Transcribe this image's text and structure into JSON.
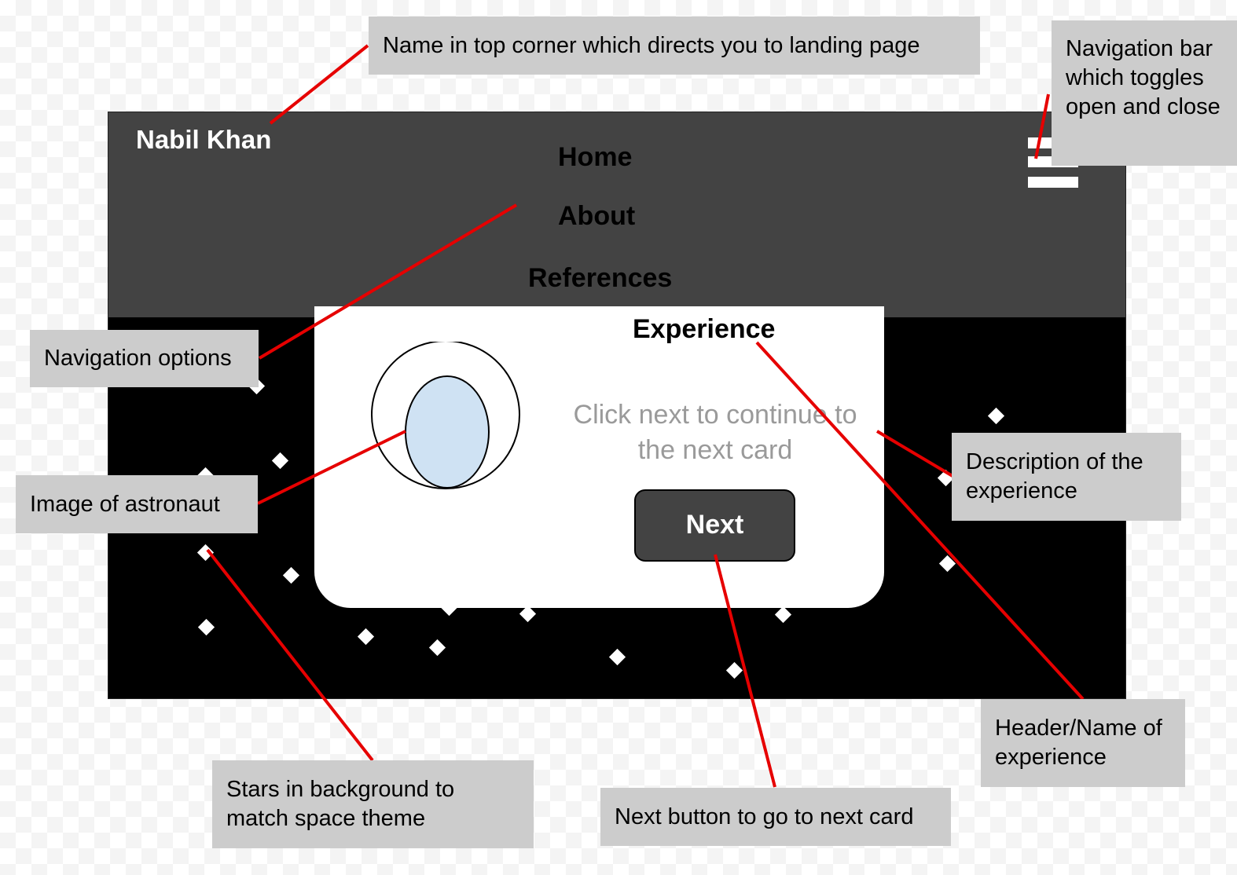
{
  "mockup": {
    "brand": "Nabil Khan",
    "nav_items": [
      "Home",
      "About",
      "References"
    ],
    "card": {
      "title": "Experience",
      "description": "Click next to continue to the next card",
      "button_label": "Next"
    }
  },
  "callouts": {
    "brand": "Name in top corner which directs you to landing page",
    "nav_bar": "Navigation bar which toggles open and close",
    "nav_options": "Navigation options",
    "astronaut": "Image of astronaut",
    "description": "Description of the experience",
    "header": "Header/Name of experience",
    "stars": "Stars in background to match space theme",
    "next_button": "Next button to go to next card"
  },
  "colors": {
    "navbar": "#434343",
    "space_background": "#000000",
    "card": "#ffffff",
    "astronaut_fill": "#cfe2f3",
    "leader_line": "#e60000",
    "callout_fill": "#cccccc"
  },
  "icons": {
    "menu": "hamburger-icon",
    "star": "diamond-star-icon",
    "astronaut": "astronaut-image"
  }
}
